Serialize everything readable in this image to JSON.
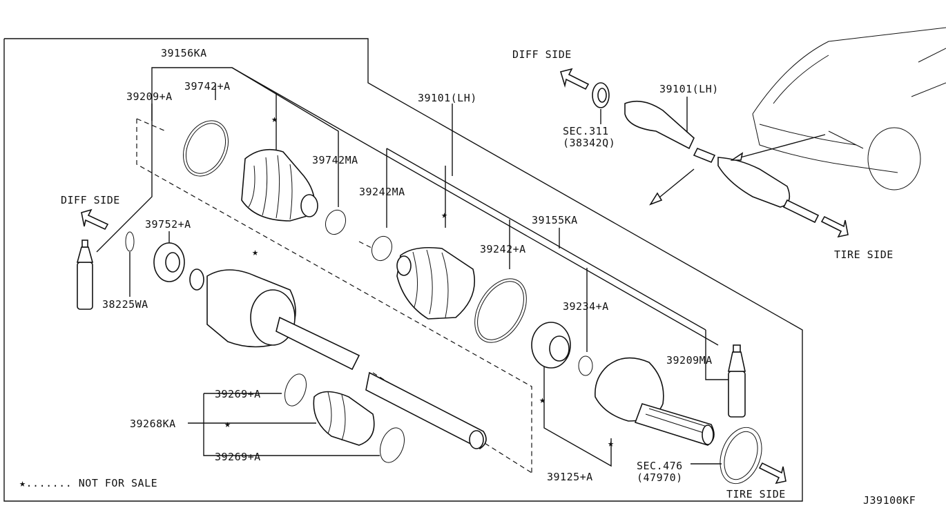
{
  "diagram_code": "J39100KF",
  "legend_text": "★....... NOT FOR SALE",
  "star_glyph": "★",
  "directions": {
    "diff_side_left": "DIFF SIDE",
    "diff_side_top": "DIFF SIDE",
    "tire_side_right": "TIRE SIDE",
    "tire_side_bottom": "TIRE SIDE"
  },
  "parts": {
    "p39156KA": "39156KA",
    "p39209A": "39209+A",
    "p39742A": "39742+A",
    "p39742MA": "39742MA",
    "p39242MA": "39242MA",
    "p39101LH_main": "39101(LH)",
    "p39155KA": "39155KA",
    "p39752A": "39752+A",
    "p38225WA": "38225WA",
    "p39242A": "39242+A",
    "p39234A": "39234+A",
    "p39209MA": "39209MA",
    "p39269A_top": "39269+A",
    "p39268KA": "39268KA",
    "p39269A_bottom": "39269+A",
    "p39125A": "39125+A",
    "sec476": "SEC.476",
    "sec476_sub": "(47970)"
  },
  "inset": {
    "p39101LH": "39101(LH)",
    "sec311": "SEC.311",
    "sec311_sub": "(38342Q)"
  }
}
